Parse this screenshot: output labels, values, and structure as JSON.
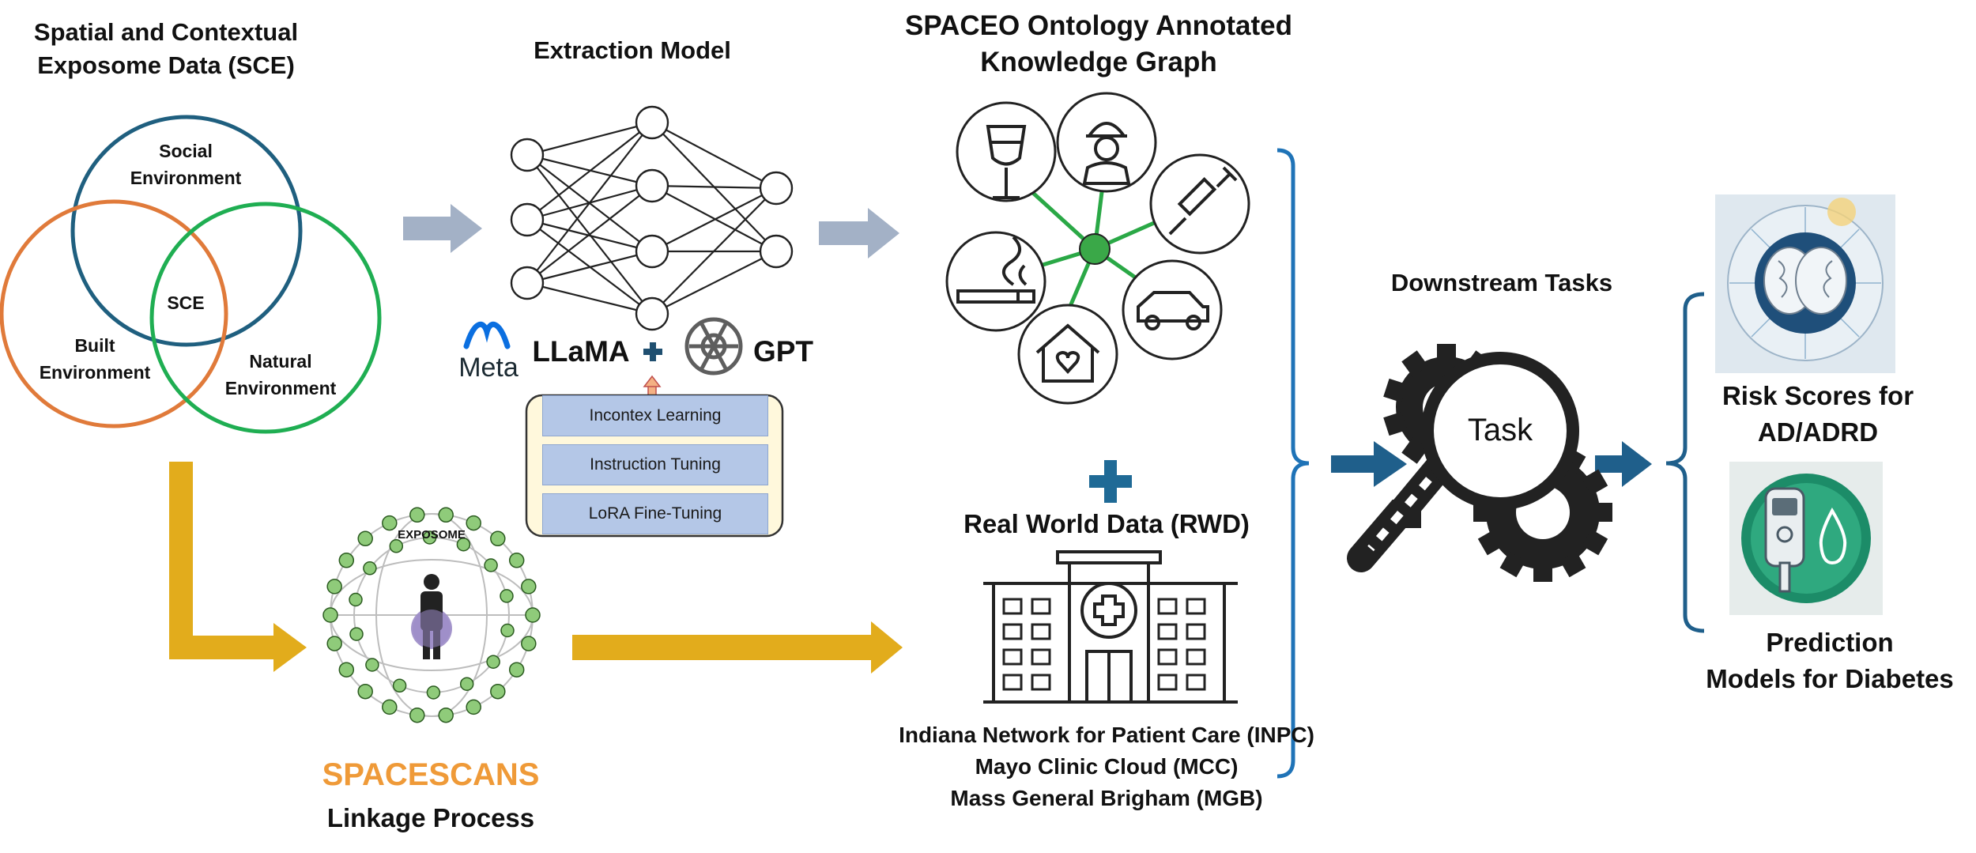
{
  "sce": {
    "title_line1": "Spatial and Contextual",
    "title_line2": "Exposome Data (SCE)",
    "social_line1": "Social",
    "social_line2": "Environment",
    "center": "SCE",
    "built_line1": "Built",
    "built_line2": "Environment",
    "natural_line1": "Natural",
    "natural_line2": "Environment",
    "colors": {
      "social": "#1f5f7f",
      "built": "#e07a3a",
      "natural": "#1fae52"
    }
  },
  "extraction": {
    "title": "Extraction Model",
    "meta_label": "Meta",
    "llama_label": "LLaMA",
    "gpt_label": "GPT",
    "methods": [
      "Incontex Learning",
      "Instruction Tuning",
      "LoRA Fine-Tuning"
    ]
  },
  "knowledge_graph": {
    "title_line1": "SPACEO Ontology Annotated",
    "title_line2": "Knowledge Graph",
    "nodes": [
      "wine-glass-icon",
      "worker-icon",
      "syringe-icon",
      "smoking-icon",
      "car-icon",
      "house-heart-icon"
    ]
  },
  "exposome": {
    "label": "EXPOSOME",
    "spacescans_label": "SPACESCANS",
    "linkage_label": "Linkage Process"
  },
  "rwd": {
    "title": "Real World Data (RWD)",
    "sources": [
      "Indiana Network for Patient Care (INPC)",
      "Mayo Clinic Cloud (MCC)",
      "Mass General Brigham (MGB)"
    ]
  },
  "downstream": {
    "title": "Downstream Tasks",
    "task_label": "Task"
  },
  "outputs": {
    "risk_line1": "Risk Scores for",
    "risk_line2": "AD/ADRD",
    "prediction_line1": "Prediction",
    "prediction_line2": "Models for Diabetes"
  }
}
